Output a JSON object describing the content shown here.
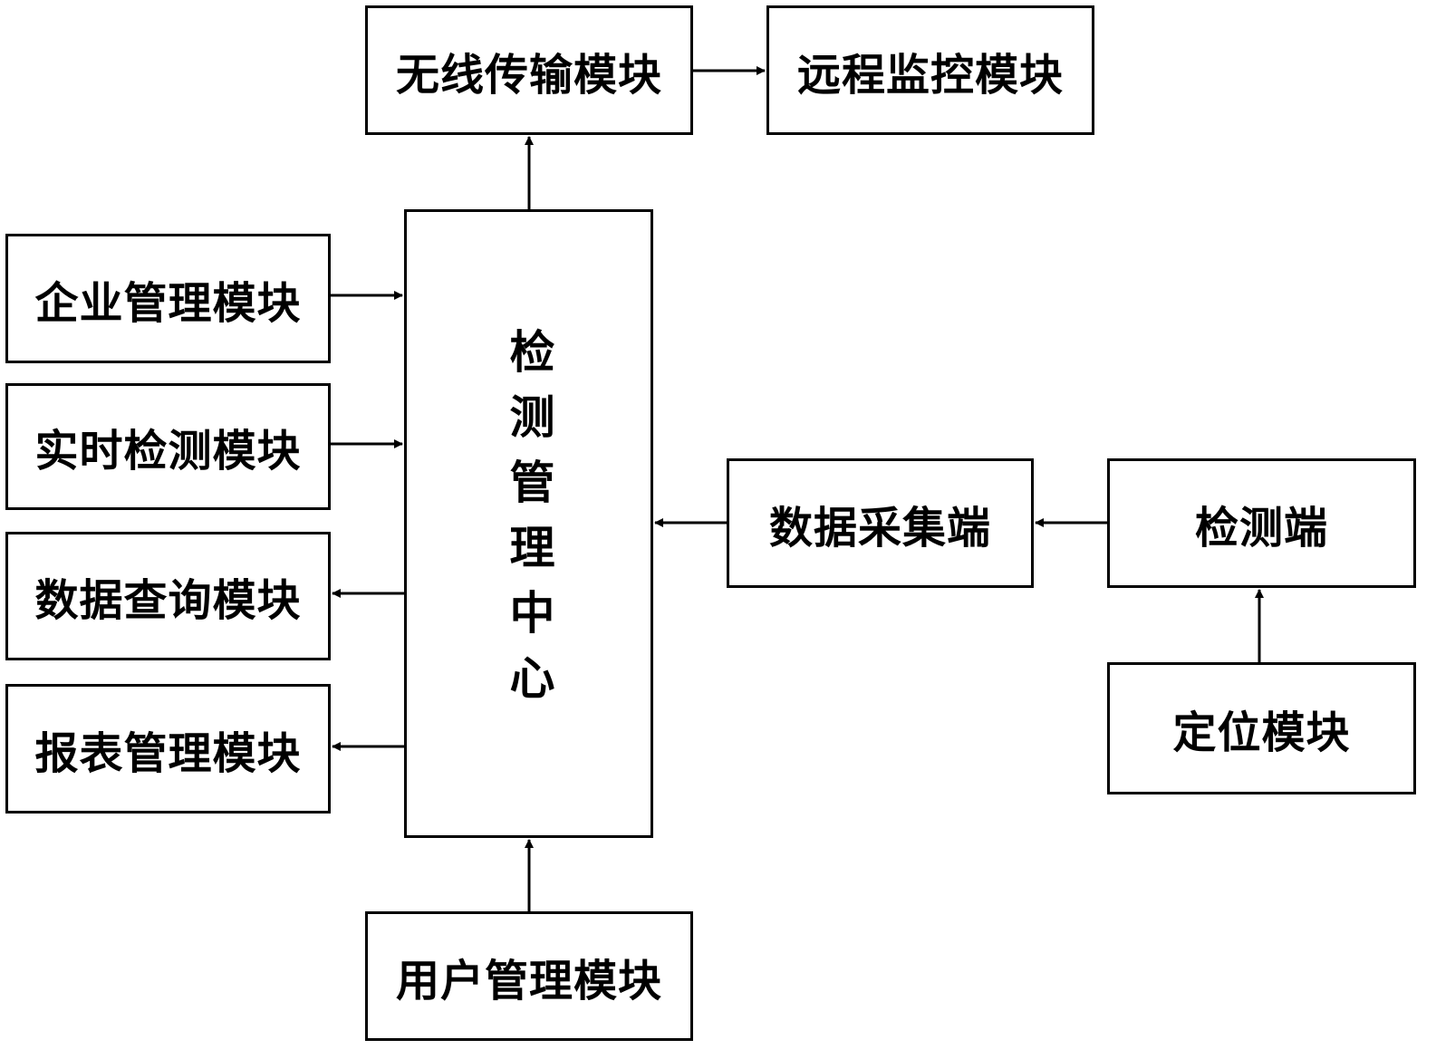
{
  "nodes": {
    "wireless_transmission": "无线传输模块",
    "remote_monitoring": "远程监控模块",
    "detection_management_center": "检测管理中心",
    "enterprise_management": "企业管理模块",
    "realtime_detection": "实时检测模块",
    "data_query": "数据查询模块",
    "report_management": "报表管理模块",
    "user_management": "用户管理模块",
    "data_collection_end": "数据采集端",
    "detection_end": "检测端",
    "positioning": "定位模块"
  },
  "edges": [
    {
      "from": "detection_management_center",
      "to": "wireless_transmission"
    },
    {
      "from": "wireless_transmission",
      "to": "remote_monitoring"
    },
    {
      "from": "enterprise_management",
      "to": "detection_management_center"
    },
    {
      "from": "realtime_detection",
      "to": "detection_management_center"
    },
    {
      "from": "detection_management_center",
      "to": "data_query"
    },
    {
      "from": "detection_management_center",
      "to": "report_management"
    },
    {
      "from": "user_management",
      "to": "detection_management_center"
    },
    {
      "from": "data_collection_end",
      "to": "detection_management_center"
    },
    {
      "from": "detection_end",
      "to": "data_collection_end"
    },
    {
      "from": "positioning",
      "to": "detection_end"
    }
  ]
}
